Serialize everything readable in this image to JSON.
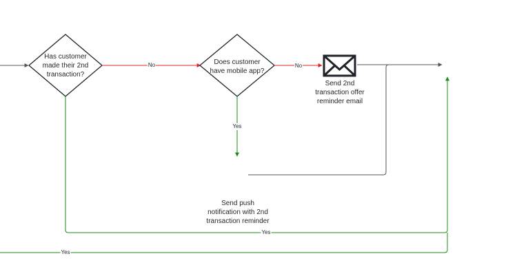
{
  "nodes": {
    "decision_second_txn": {
      "label": "Has customer\nmade their 2nd\ntransaction?"
    },
    "decision_mobile_app": {
      "label": "Does customer\nhave mobile app?"
    },
    "action_email": {
      "label": "Send 2nd\ntransaction offer\nreminder email",
      "icon": "envelope-icon"
    },
    "action_push": {
      "label": "Send push\nnotification with 2nd\ntransaction reminder"
    }
  },
  "edges": {
    "second_txn_no": "No",
    "mobile_app_no": "No",
    "mobile_app_yes": "Yes",
    "push_yes": "Yes",
    "second_txn_yes": "Yes"
  },
  "colors": {
    "line": "#555555",
    "no_branch": "#e02424",
    "yes_branch": "#1a8a1a",
    "node_stroke": "#1f2328"
  }
}
